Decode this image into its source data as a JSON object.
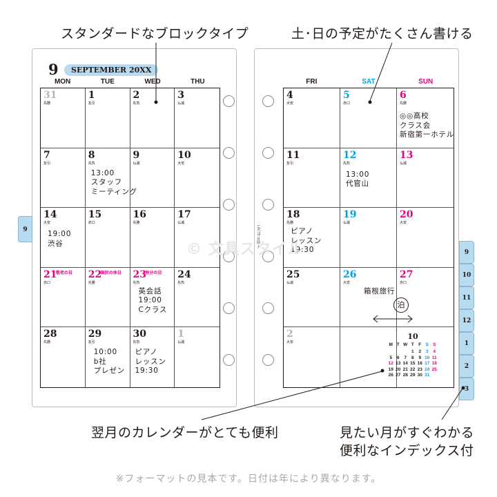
{
  "callouts": {
    "block_type": "スタンダードなブロックタイプ",
    "weekend": "土･日の予定がたくさん書ける",
    "next_month": "翌月のカレンダーがとても便利",
    "index_line1": "見たい月がすぐわかる",
    "index_line2": "便利なインデックス付"
  },
  "left_page": {
    "month_number": "9",
    "month_label": "SEPTEMBER 20XX",
    "weekdays": [
      "MON",
      "TUE",
      "WED",
      "THU"
    ],
    "weeks": [
      [
        {
          "day": "31",
          "rokuyo": "先勝",
          "style": "gray"
        },
        {
          "day": "1",
          "rokuyo": "友引"
        },
        {
          "day": "2",
          "rokuyo": "先負"
        },
        {
          "day": "3",
          "rokuyo": "仏滅"
        }
      ],
      [
        {
          "day": "7",
          "rokuyo": "友引"
        },
        {
          "day": "8",
          "rokuyo": "先負",
          "note": "13:00\nスタッフ\nミーティング"
        },
        {
          "day": "9",
          "rokuyo": "仏滅"
        },
        {
          "day": "10",
          "rokuyo": "大安"
        }
      ],
      [
        {
          "day": "14",
          "rokuyo": "大安",
          "note": "19:00\n渋谷"
        },
        {
          "day": "15",
          "rokuyo": "赤口"
        },
        {
          "day": "16",
          "rokuyo": "先勝"
        },
        {
          "day": "17",
          "rokuyo": "仏滅"
        }
      ],
      [
        {
          "day": "21",
          "rokuyo": "赤口",
          "holiday": "敬老の日",
          "style": "pink"
        },
        {
          "day": "22",
          "rokuyo": "先勝",
          "holiday": "国民の休日",
          "style": "pink"
        },
        {
          "day": "23",
          "rokuyo": "先負",
          "holiday": "秋分の日",
          "style": "pink",
          "note": "英会話\n19:00\nCクラス"
        },
        {
          "day": "24",
          "rokuyo": "先負"
        }
      ],
      [
        {
          "day": "28",
          "rokuyo": "先勝"
        },
        {
          "day": "29",
          "rokuyo": "友引",
          "note": "10:00\nb社\nプレゼン"
        },
        {
          "day": "30",
          "rokuyo": "先負",
          "note": "ピアノ\nレッスン\n19:30"
        },
        {
          "day": "1",
          "rokuyo": "仏滅",
          "style": "gray"
        }
      ]
    ],
    "side_tab": "9"
  },
  "right_page": {
    "weekdays": [
      {
        "label": "FRI",
        "style": ""
      },
      {
        "label": "SAT",
        "style": "blue"
      },
      {
        "label": "SUN",
        "style": "pink"
      }
    ],
    "weeks": [
      [
        {
          "day": "4",
          "rokuyo": "大安"
        },
        {
          "day": "5",
          "rokuyo": "赤口",
          "style": "blue"
        },
        {
          "day": "6",
          "rokuyo": "先勝",
          "style": "pink",
          "note": "◎◎高校\nクラス会\n新宿第一ホテル"
        }
      ],
      [
        {
          "day": "11",
          "rokuyo": "友引"
        },
        {
          "day": "12",
          "rokuyo": "先負",
          "style": "blue",
          "note": "13:00\n代官山"
        },
        {
          "day": "13",
          "rokuyo": "仏滅",
          "style": "pink"
        }
      ],
      [
        {
          "day": "18",
          "rokuyo": "先勝",
          "note": "ピアノ\nレッスン\n19:30"
        },
        {
          "day": "19",
          "rokuyo": "仏滅",
          "style": "blue"
        },
        {
          "day": "20",
          "rokuyo": "大安",
          "style": "pink"
        }
      ],
      [
        {
          "day": "25",
          "rokuyo": "仏滅"
        },
        {
          "day": "26",
          "rokuyo": "大安",
          "style": "blue",
          "note": "箱根旅行"
        },
        {
          "day": "27",
          "rokuyo": "赤口",
          "style": "pink"
        }
      ],
      [
        {
          "day": "2",
          "rokuyo": "大安",
          "style": "gray"
        },
        {
          "day": "",
          "rokuyo": ""
        },
        {
          "day": "",
          "rokuyo": ""
        }
      ]
    ],
    "stay_mark": "泊",
    "mini_calendar": {
      "month": "10",
      "headers": [
        "M",
        "T",
        "W",
        "T",
        "F",
        "S",
        "S"
      ],
      "rows": [
        [
          "",
          "",
          "",
          "1",
          "2",
          "3",
          "4"
        ],
        [
          "5",
          "6",
          "7",
          "8",
          "9",
          "10",
          "11"
        ],
        [
          "12",
          "13",
          "14",
          "15",
          "16",
          "17",
          "18"
        ],
        [
          "19",
          "20",
          "21",
          "22",
          "23",
          "24",
          "25"
        ],
        [
          "26",
          "27",
          "28",
          "29",
          "30",
          "31",
          ""
        ]
      ],
      "holiday_days": [
        "12"
      ]
    },
    "index_tabs": [
      "9",
      "10",
      "11",
      "12",
      "1",
      "2",
      "3"
    ],
    "vertical_text": "LACTE 月間 4"
  },
  "watermark": "© 文具スタイル",
  "footnote": "※フォーマットの見本です。日付は年により異なります。",
  "colors": {
    "saturday": "#00a0e9",
    "sunday_holiday": "#e4007f",
    "tab_fill": "#b7dcf2",
    "other_month": "#b5b5b5"
  }
}
